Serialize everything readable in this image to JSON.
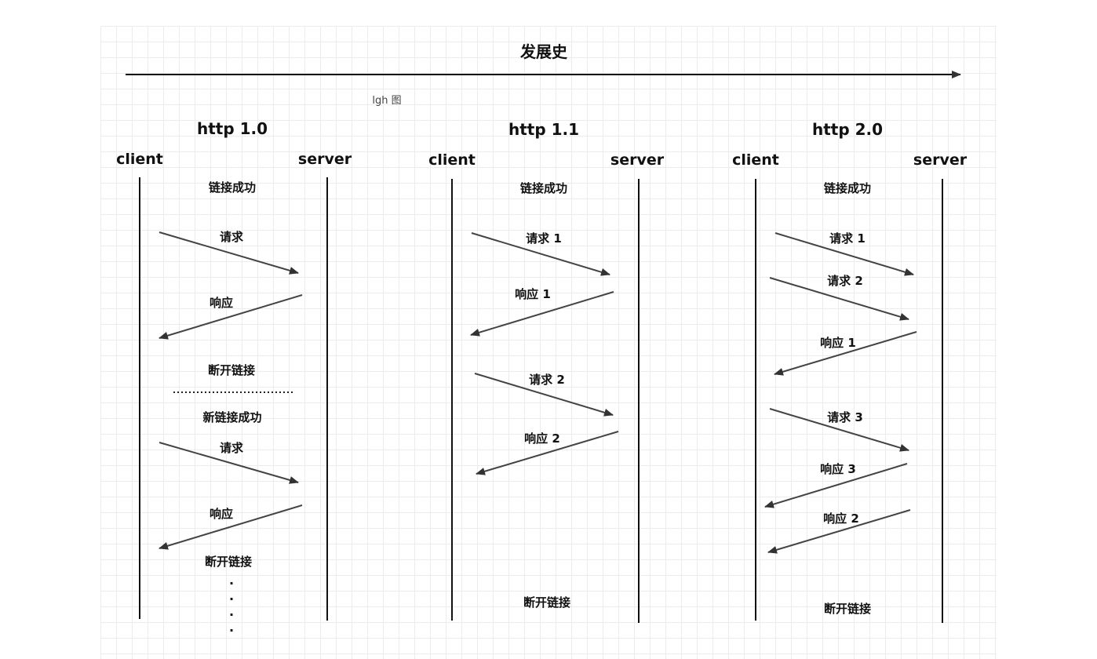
{
  "title": "发展史",
  "watermark": "lgh 图",
  "columns": [
    {
      "header": "http 1.0",
      "client": "client",
      "server": "server",
      "labels": {
        "connect": "链接成功",
        "req_a": "请求",
        "resp_a": "响应",
        "disconnect_a": "断开链接",
        "new_connect": "新链接成功",
        "req_b": "请求",
        "resp_b": "响应",
        "disconnect_b": "断开链接",
        "dots": "."
      }
    },
    {
      "header": "http 1.1",
      "client": "client",
      "server": "server",
      "labels": {
        "connect": "链接成功",
        "req_1": "请求 1",
        "resp_1": "响应 1",
        "req_2": "请求 2",
        "resp_2": "响应 2",
        "disconnect": "断开链接"
      }
    },
    {
      "header": "http 2.0",
      "client": "client",
      "server": "server",
      "labels": {
        "connect": "链接成功",
        "req_1": "请求 1",
        "req_2": "请求 2",
        "resp_1": "响应 1",
        "req_3": "请求 3",
        "resp_3": "响应 3",
        "resp_2": "响应 2",
        "disconnect": "断开链接"
      }
    }
  ],
  "colors": {
    "line": "#111111",
    "arrow": "#444444",
    "grid": "#ececec"
  }
}
